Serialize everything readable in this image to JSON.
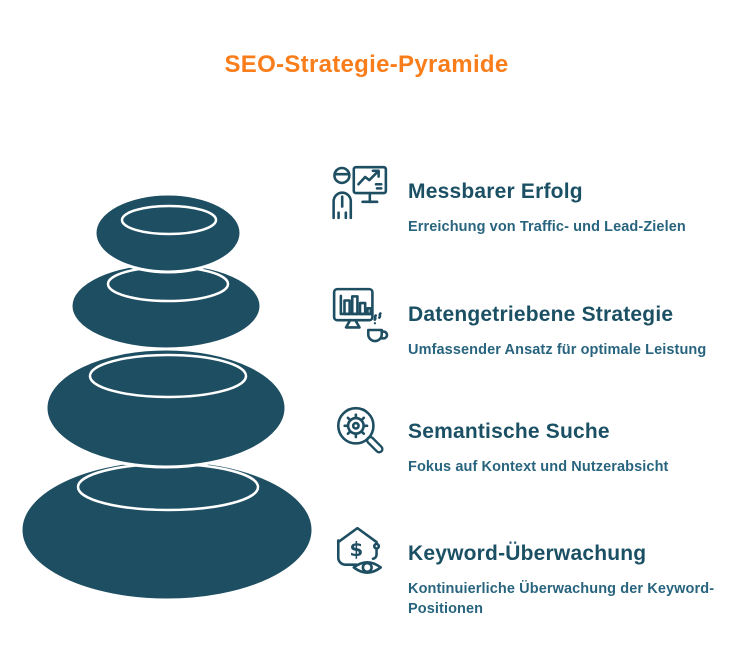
{
  "title": "SEO-Strategie-Pyramide",
  "colors": {
    "accent_orange": "#f97e1b",
    "illustration_teal": "#1e4e61",
    "heading_teal": "#1b5064",
    "description_teal": "#28647e",
    "stone_outline": "#ffffff",
    "background": "#ffffff"
  },
  "pyramid": {
    "levels": 4,
    "style": "stacked-zen-stones"
  },
  "items": [
    {
      "icon": "presenter-chart-board-icon",
      "title": "Messbarer Erfolg",
      "description": "Erreichung von Traffic- und Lead-Zielen"
    },
    {
      "icon": "monitor-bar-chart-coffee-icon",
      "title": "Datengetriebene Strategie",
      "description": "Umfassender Ansatz für optimale Leistung"
    },
    {
      "icon": "magnifier-gear-icon",
      "title": "Semantische Suche",
      "description": "Fokus auf Kontext und Nutzerabsicht"
    },
    {
      "icon": "money-tag-eye-icon",
      "title": "Keyword-Überwachung",
      "description": "Kontinuierliche Überwachung der Keyword-Positionen",
      "glyph": "$"
    }
  ]
}
